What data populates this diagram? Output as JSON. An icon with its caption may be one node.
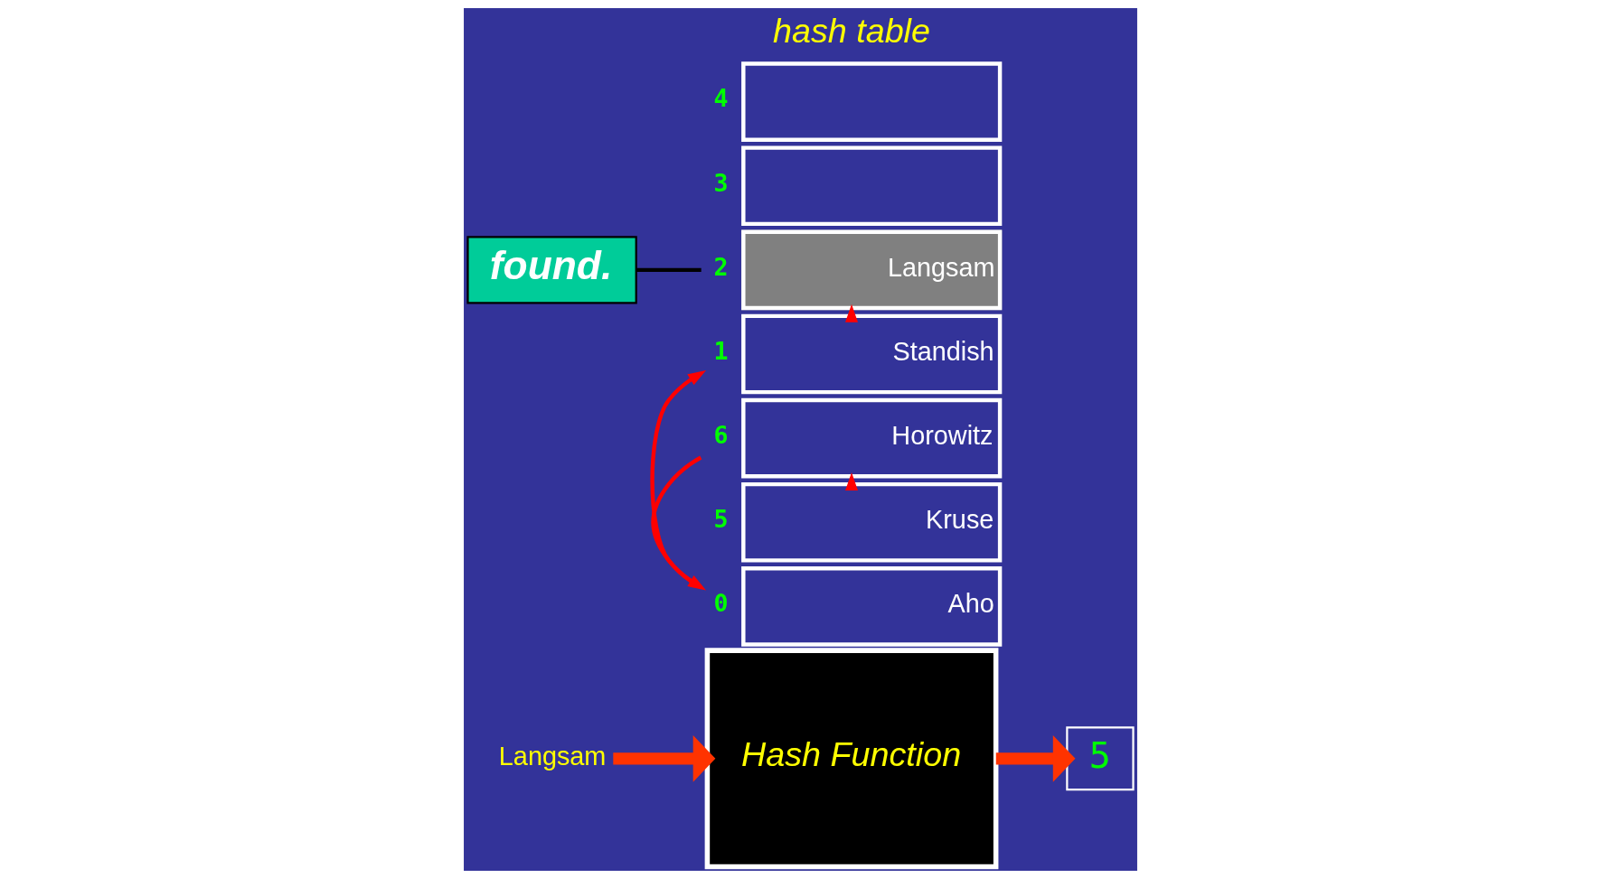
{
  "diagram": {
    "nodes": [
      {
        "text": [
          "Langsam"
        ]
      },
      {
        "text": [
          "Hash Function"
        ]
      },
      {
        "text": [
          "5"
        ]
      },
      {
        "text": [
          "found."
        ]
      },
      {
        "text": [
          "Aho"
        ],
        "beside": [
          "0"
        ]
      },
      {
        "text": [
          "Standish"
        ],
        "beside": [
          "1"
        ]
      },
      {
        "text": [
          "Langsam"
        ],
        "beside": [
          "2"
        ]
      },
      {
        "text": [],
        "shape": "box",
        "beside": [
          "3"
        ]
      },
      {
        "text": [],
        "shape": "box",
        "beside": [
          "4"
        ]
      },
      {
        "text": [
          "Kruse"
        ],
        "beside": [
          "5"
        ]
      },
      {
        "text": [
          "Horowitz"
        ],
        "beside": [
          "6"
        ]
      }
    ],
    "edges": [
      {
        "from": 0,
        "to": 1,
        "arrow": "to",
        "style": "thick",
        "color": "#ff3300"
      },
      {
        "from": 1,
        "to": 2,
        "arrow": "to",
        "style": "thick",
        "color": "#ff3300"
      },
      {
        "from": 9,
        "to": 10,
        "arrow": "to"
      },
      {
        "from": 10,
        "to": 4,
        "arrow": "to"
      },
      {
        "from": 4,
        "to": 5,
        "arrow": "to"
      },
      {
        "from": 5,
        "to": 6,
        "arrow": "to"
      },
      {
        "from": 3,
        "to": 6,
        "arrow": "none",
        "color": "#000000"
      }
    ],
    "labels": [
      "hash table"
    ]
  }
}
